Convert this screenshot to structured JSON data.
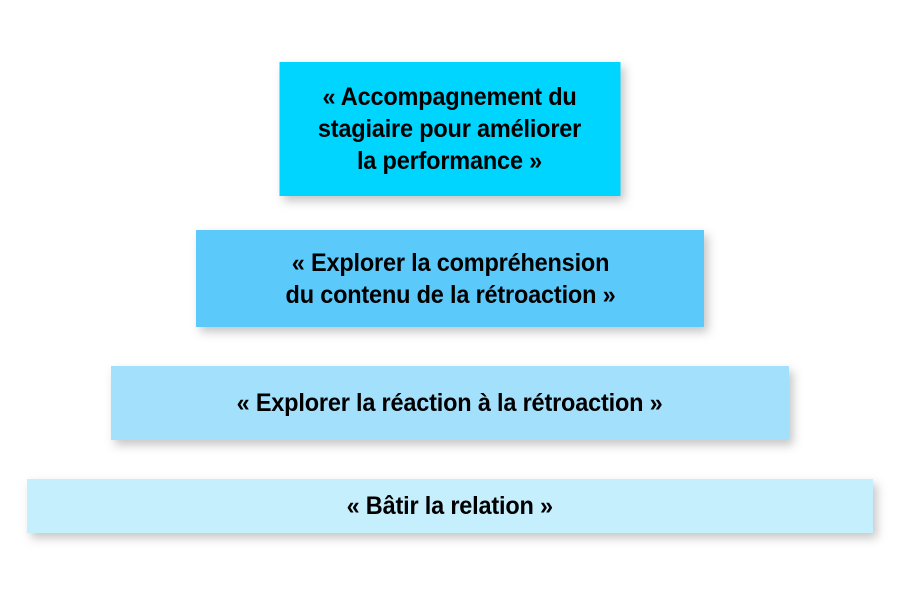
{
  "background_color": "#ffffff",
  "text_color": "#000000",
  "diagram": {
    "type": "pyramid",
    "orientation": "inverted-apex-top",
    "tier_count": 4,
    "tiers": [
      {
        "level": 1,
        "position": "top",
        "label": "« Accompagnement du\nstagiaire pour améliorer\nla performance »",
        "color": "#00d5ff"
      },
      {
        "level": 2,
        "position": "upper-middle",
        "label": "« Explorer la compréhension\ndu contenu de la rétroaction »",
        "color": "#5cc9fb"
      },
      {
        "level": 3,
        "position": "lower-middle",
        "label": "« Explorer la réaction à la rétroaction »",
        "color": "#a2e0fc"
      },
      {
        "level": 4,
        "position": "bottom",
        "label": "« Bâtir la relation »",
        "color": "#c5effd"
      }
    ]
  }
}
